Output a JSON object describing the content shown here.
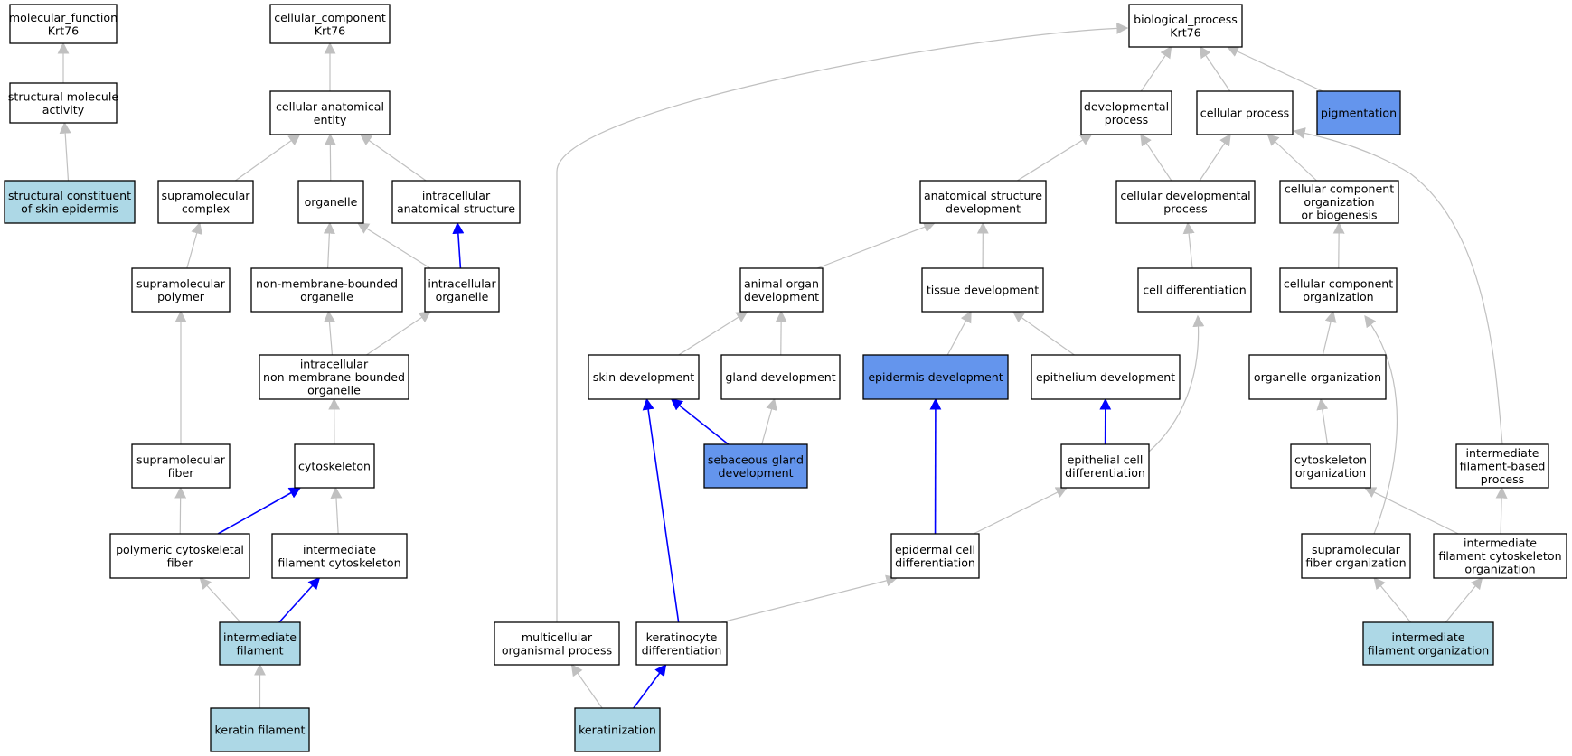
{
  "colors": {
    "plain": "#ffffff",
    "highlight": "#6495ed",
    "leaf": "#add8e6",
    "edge_gray": "#c0c0c0",
    "edge_blue": "#0000ff"
  },
  "nodes": [
    {
      "id": "mf",
      "lines": [
        "molecular_function",
        "Krt76"
      ],
      "style": "plain"
    },
    {
      "id": "sma",
      "lines": [
        "structural molecule",
        "activity"
      ],
      "style": "plain"
    },
    {
      "id": "scse",
      "lines": [
        "structural constituent",
        "of skin epidermis"
      ],
      "style": "leaf"
    },
    {
      "id": "cc",
      "lines": [
        "cellular_component",
        "Krt76"
      ],
      "style": "plain"
    },
    {
      "id": "cae",
      "lines": [
        "cellular anatomical",
        "entity"
      ],
      "style": "plain"
    },
    {
      "id": "smcx",
      "lines": [
        "supramolecular",
        "complex"
      ],
      "style": "plain"
    },
    {
      "id": "org",
      "lines": [
        "organelle"
      ],
      "style": "plain"
    },
    {
      "id": "ias",
      "lines": [
        "intracellular",
        "anatomical structure"
      ],
      "style": "plain"
    },
    {
      "id": "smp",
      "lines": [
        "supramolecular",
        "polymer"
      ],
      "style": "plain"
    },
    {
      "id": "nmbo",
      "lines": [
        "non-membrane-bounded",
        "organelle"
      ],
      "style": "plain"
    },
    {
      "id": "io",
      "lines": [
        "intracellular",
        "organelle"
      ],
      "style": "plain"
    },
    {
      "id": "inmbo",
      "lines": [
        "intracellular",
        "non-membrane-bounded",
        "organelle"
      ],
      "style": "plain"
    },
    {
      "id": "smf",
      "lines": [
        "supramolecular",
        "fiber"
      ],
      "style": "plain"
    },
    {
      "id": "cyto",
      "lines": [
        "cytoskeleton"
      ],
      "style": "plain"
    },
    {
      "id": "pcf",
      "lines": [
        "polymeric cytoskeletal",
        "fiber"
      ],
      "style": "plain"
    },
    {
      "id": "ifc",
      "lines": [
        "intermediate",
        "filament cytoskeleton"
      ],
      "style": "plain"
    },
    {
      "id": "if",
      "lines": [
        "intermediate",
        "filament"
      ],
      "style": "leaf"
    },
    {
      "id": "kf",
      "lines": [
        "keratin filament"
      ],
      "style": "leaf"
    },
    {
      "id": "bp",
      "lines": [
        "biological_process",
        "Krt76"
      ],
      "style": "plain"
    },
    {
      "id": "devp",
      "lines": [
        "developmental",
        "process"
      ],
      "style": "plain"
    },
    {
      "id": "cellp",
      "lines": [
        "cellular process"
      ],
      "style": "plain"
    },
    {
      "id": "pig",
      "lines": [
        "pigmentation"
      ],
      "style": "highlight"
    },
    {
      "id": "asd",
      "lines": [
        "anatomical structure",
        "development"
      ],
      "style": "plain"
    },
    {
      "id": "cdp",
      "lines": [
        "cellular developmental",
        "process"
      ],
      "style": "plain"
    },
    {
      "id": "ccob",
      "lines": [
        "cellular component",
        "organization",
        "or biogenesis"
      ],
      "style": "plain"
    },
    {
      "id": "aod",
      "lines": [
        "animal organ",
        "development"
      ],
      "style": "plain"
    },
    {
      "id": "td",
      "lines": [
        "tissue development"
      ],
      "style": "plain"
    },
    {
      "id": "cd",
      "lines": [
        "cell differentiation"
      ],
      "style": "plain"
    },
    {
      "id": "cco",
      "lines": [
        "cellular component",
        "organization"
      ],
      "style": "plain"
    },
    {
      "id": "sd",
      "lines": [
        "skin development"
      ],
      "style": "plain"
    },
    {
      "id": "gd",
      "lines": [
        "gland development"
      ],
      "style": "plain"
    },
    {
      "id": "ed",
      "lines": [
        "epidermis development"
      ],
      "style": "highlight"
    },
    {
      "id": "epd",
      "lines": [
        "epithelium development"
      ],
      "style": "plain"
    },
    {
      "id": "oo",
      "lines": [
        "organelle organization"
      ],
      "style": "plain"
    },
    {
      "id": "sgd",
      "lines": [
        "sebaceous gland",
        "development"
      ],
      "style": "highlight"
    },
    {
      "id": "ecd",
      "lines": [
        "epithelial cell",
        "differentiation"
      ],
      "style": "plain"
    },
    {
      "id": "co",
      "lines": [
        "cytoskeleton",
        "organization"
      ],
      "style": "plain"
    },
    {
      "id": "ifbp",
      "lines": [
        "intermediate",
        "filament-based",
        "process"
      ],
      "style": "plain"
    },
    {
      "id": "epcd",
      "lines": [
        "epidermal cell",
        "differentiation"
      ],
      "style": "plain"
    },
    {
      "id": "sfo",
      "lines": [
        "supramolecular",
        "fiber organization"
      ],
      "style": "plain"
    },
    {
      "id": "ifco",
      "lines": [
        "intermediate",
        "filament cytoskeleton",
        "organization"
      ],
      "style": "plain"
    },
    {
      "id": "mop",
      "lines": [
        "multicellular",
        "organismal process"
      ],
      "style": "plain"
    },
    {
      "id": "kd",
      "lines": [
        "keratinocyte",
        "differentiation"
      ],
      "style": "plain"
    },
    {
      "id": "ifo",
      "lines": [
        "intermediate",
        "filament organization"
      ],
      "style": "leaf"
    },
    {
      "id": "ker",
      "lines": [
        "keratinization"
      ],
      "style": "leaf"
    }
  ],
  "edges": [
    {
      "from": "sma",
      "to": "mf",
      "color": "gray"
    },
    {
      "from": "scse",
      "to": "sma",
      "color": "gray"
    },
    {
      "from": "cae",
      "to": "cc",
      "color": "gray"
    },
    {
      "from": "smcx",
      "to": "cae",
      "color": "gray"
    },
    {
      "from": "org",
      "to": "cae",
      "color": "gray"
    },
    {
      "from": "ias",
      "to": "cae",
      "color": "gray"
    },
    {
      "from": "smp",
      "to": "smcx",
      "color": "gray"
    },
    {
      "from": "nmbo",
      "to": "org",
      "color": "gray"
    },
    {
      "from": "io",
      "to": "org",
      "color": "gray"
    },
    {
      "from": "io",
      "to": "ias",
      "color": "blue"
    },
    {
      "from": "inmbo",
      "to": "nmbo",
      "color": "gray"
    },
    {
      "from": "inmbo",
      "to": "io",
      "color": "gray"
    },
    {
      "from": "smf",
      "to": "smp",
      "color": "gray"
    },
    {
      "from": "cyto",
      "to": "inmbo",
      "color": "gray"
    },
    {
      "from": "pcf",
      "to": "smf",
      "color": "gray"
    },
    {
      "from": "pcf",
      "to": "cyto",
      "color": "blue"
    },
    {
      "from": "ifc",
      "to": "cyto",
      "color": "gray"
    },
    {
      "from": "if",
      "to": "pcf",
      "color": "gray"
    },
    {
      "from": "if",
      "to": "ifc",
      "color": "blue"
    },
    {
      "from": "kf",
      "to": "if",
      "color": "gray"
    },
    {
      "from": "devp",
      "to": "bp",
      "color": "gray"
    },
    {
      "from": "cellp",
      "to": "bp",
      "color": "gray"
    },
    {
      "from": "pig",
      "to": "bp",
      "color": "gray"
    },
    {
      "from": "asd",
      "to": "devp",
      "color": "gray"
    },
    {
      "from": "cdp",
      "to": "devp",
      "color": "gray"
    },
    {
      "from": "cdp",
      "to": "cellp",
      "color": "gray"
    },
    {
      "from": "ccob",
      "to": "cellp",
      "color": "gray"
    },
    {
      "from": "aod",
      "to": "asd",
      "color": "gray"
    },
    {
      "from": "td",
      "to": "asd",
      "color": "gray"
    },
    {
      "from": "cd",
      "to": "cdp",
      "color": "gray"
    },
    {
      "from": "cco",
      "to": "ccob",
      "color": "gray"
    },
    {
      "from": "sd",
      "to": "aod",
      "color": "gray"
    },
    {
      "from": "gd",
      "to": "aod",
      "color": "gray"
    },
    {
      "from": "ed",
      "to": "td",
      "color": "gray"
    },
    {
      "from": "epd",
      "to": "td",
      "color": "gray"
    },
    {
      "from": "oo",
      "to": "cco",
      "color": "gray"
    },
    {
      "from": "sgd",
      "to": "sd",
      "color": "blue"
    },
    {
      "from": "sgd",
      "to": "gd",
      "color": "gray"
    },
    {
      "from": "ecd",
      "to": "epd",
      "color": "blue"
    },
    {
      "from": "ecd",
      "to": "cd",
      "color": "gray"
    },
    {
      "from": "co",
      "to": "oo",
      "color": "gray"
    },
    {
      "from": "epcd",
      "to": "ed",
      "color": "blue"
    },
    {
      "from": "epcd",
      "to": "ecd",
      "color": "gray"
    },
    {
      "from": "sfo",
      "to": "cco",
      "color": "gray"
    },
    {
      "from": "ifco",
      "to": "co",
      "color": "gray"
    },
    {
      "from": "ifco",
      "to": "ifbp",
      "color": "gray"
    },
    {
      "from": "ifbp",
      "to": "cellp",
      "color": "gray"
    },
    {
      "from": "kd",
      "to": "sd",
      "color": "blue"
    },
    {
      "from": "kd",
      "to": "epcd",
      "color": "gray"
    },
    {
      "from": "mop",
      "to": "bp",
      "color": "gray"
    },
    {
      "from": "ker",
      "to": "mop",
      "color": "gray"
    },
    {
      "from": "ker",
      "to": "kd",
      "color": "blue"
    },
    {
      "from": "ifo",
      "to": "sfo",
      "color": "gray"
    },
    {
      "from": "ifo",
      "to": "ifco",
      "color": "gray"
    }
  ]
}
